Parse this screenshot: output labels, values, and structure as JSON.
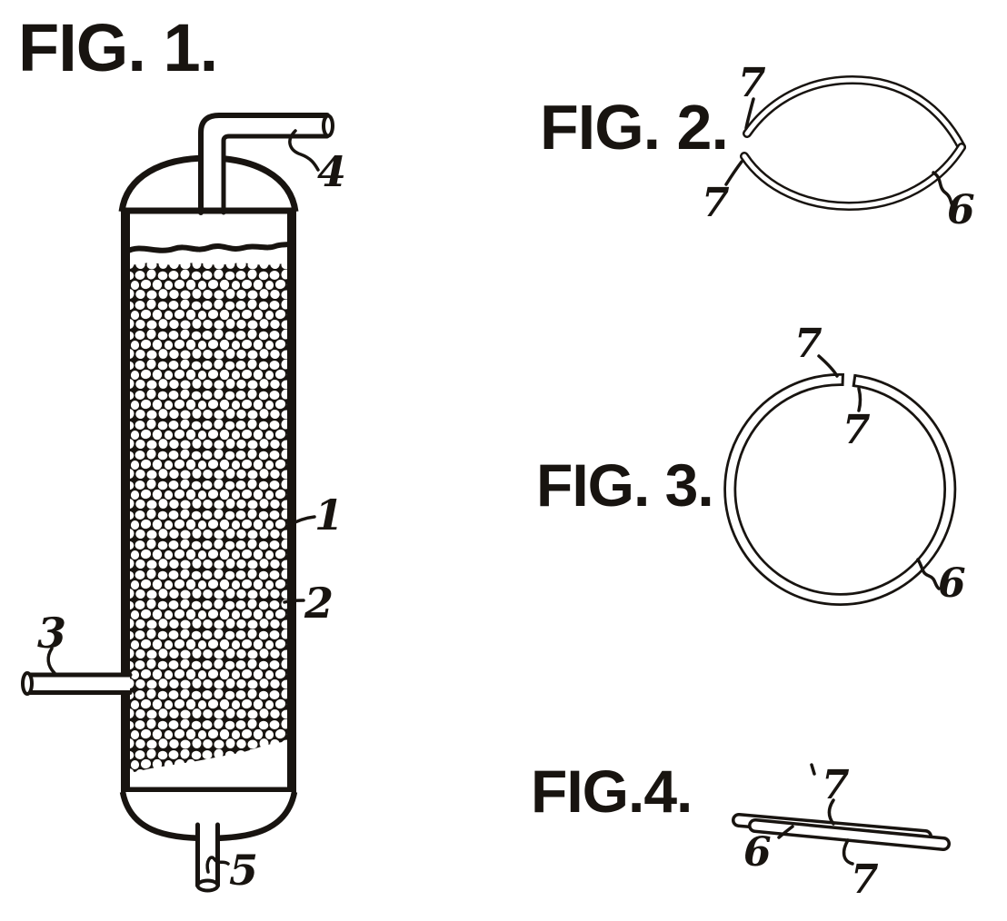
{
  "sheet": {
    "ink_color": "#181410",
    "paper_color": "#ffffff"
  },
  "fig1": {
    "title": "FIG. 1.",
    "label_1": "1",
    "label_2": "2",
    "label_3": "3",
    "label_4": "4",
    "label_5": "5"
  },
  "fig2": {
    "title": "FIG. 2.",
    "label_7_upper": "7",
    "label_7_lower": "7",
    "label_6": "6"
  },
  "fig3": {
    "title": "FIG. 3.",
    "label_7_left": "7",
    "label_7_right": "7",
    "label_6": "6"
  },
  "fig4": {
    "title": "FIG.4.",
    "label_7_upper": "7",
    "label_7_lower": "7",
    "label_6": "6"
  }
}
